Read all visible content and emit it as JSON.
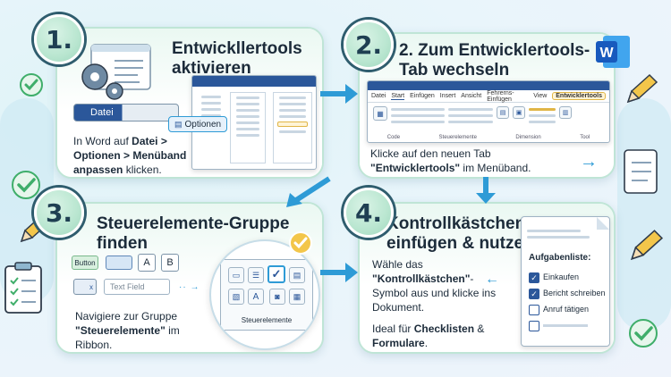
{
  "steps": [
    {
      "number": "1.",
      "title_line1": "Entwickllertools",
      "title_line2": "aktivieren",
      "desc": {
        "pre": "In Word auf ",
        "b1": "Datei >",
        "b2": "Optionen > Menüband",
        "b3": "anpassen",
        "post": " klicken."
      },
      "file_button": "Datei",
      "options_button": "Optionen"
    },
    {
      "number": "2.",
      "title_line1": "2. Zum Entwicklertools-",
      "title_line2": "Tab wechseln",
      "tabs": [
        "Datei",
        "Start",
        "Einfügen",
        "Insert",
        "Ansicht",
        "Fehrerns-Einfügen",
        "View",
        "Entwicklertools"
      ],
      "groups": [
        "Code",
        "Steuerelemente",
        "Dimension",
        "Tool"
      ],
      "desc": {
        "pre": "Klicke auf den neuen Tab",
        "b1": "\"Entwicklertools\"",
        "post": " im Menüband."
      }
    },
    {
      "number": "3.",
      "title_line1": "Steuerelemente-Gruppe",
      "title_line2": "finden",
      "chips": [
        "Button",
        "A",
        "B"
      ],
      "text_field": "Text Field",
      "group_label": "Steuerelemente",
      "desc": {
        "pre": "Navigiere zur Gruppe",
        "b1": "\"Steuerelemente\"",
        "post1": " im",
        "post2": "Ribbon."
      }
    },
    {
      "number": "4.",
      "title_line1": "Kontrollkästchen",
      "title_line2": "einfügen & nutzen",
      "desc": {
        "l1": "Wähle das",
        "b1": "\"Kontrollkästchen\"",
        "l2": "-",
        "l3": "Symbol aus und klicke ins",
        "l4": "Dokument.",
        "l5_pre": "Ideal für ",
        "b2": "Checklisten",
        "l5_post": " &",
        "b3": "Formulare",
        "l6_post": "."
      },
      "task_list": {
        "title": "Aufgabenliste:",
        "items": [
          {
            "label": "Einkaufen",
            "checked": true
          },
          {
            "label": "Bericht schreiben",
            "checked": true
          },
          {
            "label": "Anruf tätigen",
            "checked": false
          }
        ]
      }
    }
  ],
  "colors": {
    "accent": "#2e9bd6",
    "word_blue": "#2b579a",
    "badge_ring": "#2f5d6e",
    "check_green": "#3fae6a"
  },
  "icons": [
    "gear-icon",
    "word-logo-icon",
    "pencil-icon",
    "checkmark-icon",
    "clipboard-icon",
    "arrow-icon"
  ]
}
